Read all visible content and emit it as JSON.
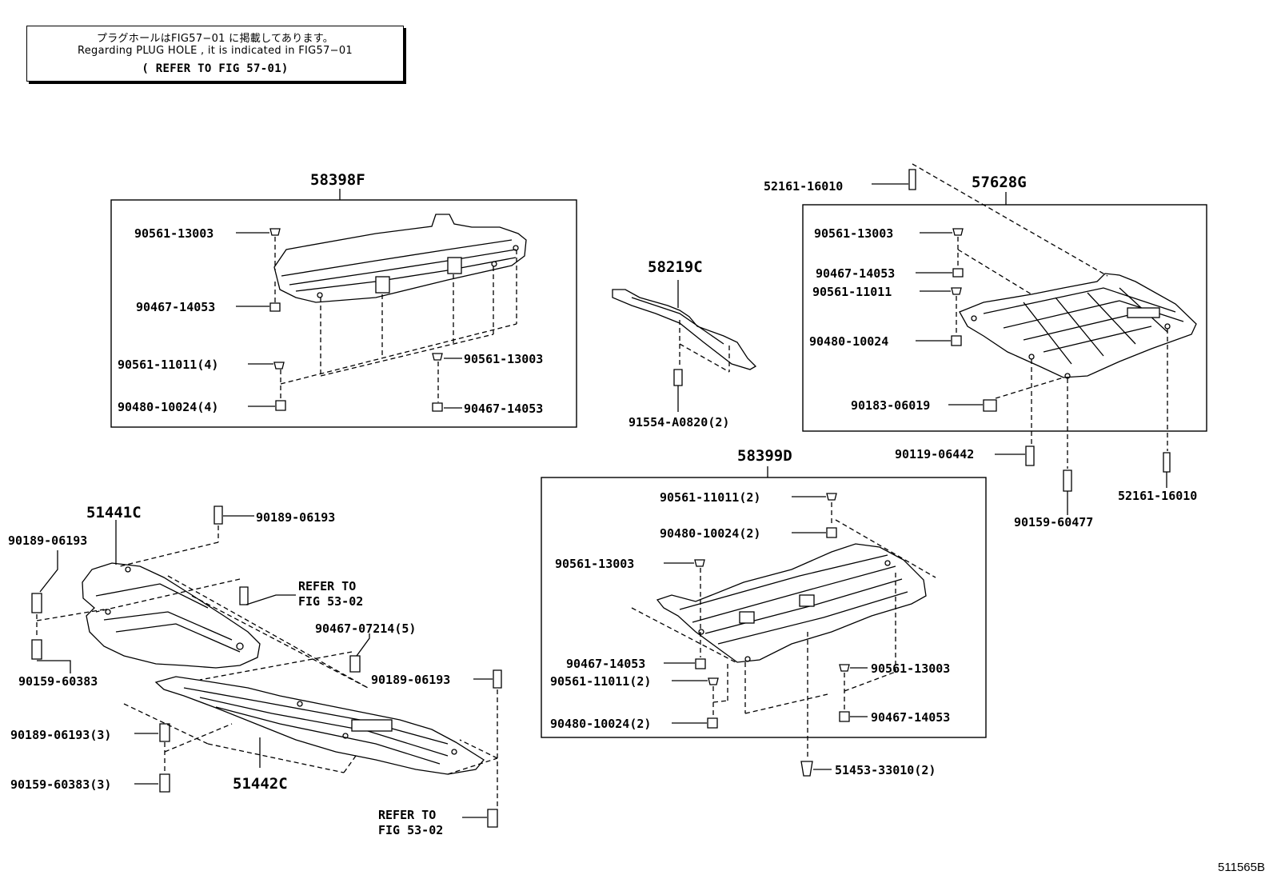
{
  "note": {
    "line1": "プラグホールはFIG57−01 に掲載してあります。",
    "line2": "Regarding  PLUG HOLE , it is indicated  in  FIG57−01",
    "line3": "(  REFER TO FIG 57-01)"
  },
  "figure_number": "511565B",
  "groups": {
    "g1": {
      "title": "58398F",
      "parts": [
        "90561-13003",
        "90467-14053",
        "90561-11011(4)",
        "90480-10024(4)",
        "90561-13003",
        "90467-14053"
      ]
    },
    "g2": {
      "title": "58219C",
      "parts": [
        "91554-A0820(2)"
      ]
    },
    "g3": {
      "title": "57628G",
      "parts": [
        "52161-16010",
        "90561-13003",
        "90467-14053",
        "90561-11011",
        "90480-10024",
        "90183-06019",
        "90119-06442",
        "90159-60477",
        "52161-16010"
      ]
    },
    "g4": {
      "title": "58399D",
      "parts": [
        "90561-11011(2)",
        "90480-10024(2)",
        "90561-13003",
        "90467-14053",
        "90561-11011(2)",
        "90480-10024(2)",
        "90561-13003",
        "90467-14053",
        "51453-33010(2)"
      ]
    },
    "g5": {
      "title1": "51441C",
      "title2": "51442C",
      "parts": [
        "90189-06193",
        "90189-06193",
        "REFER TO",
        "FIG 53-02",
        "90467-07214(5)",
        "90159-60383",
        "90189-06193",
        "90189-06193(3)",
        "90159-60383(3)",
        "REFER TO",
        "FIG 53-02"
      ]
    }
  }
}
